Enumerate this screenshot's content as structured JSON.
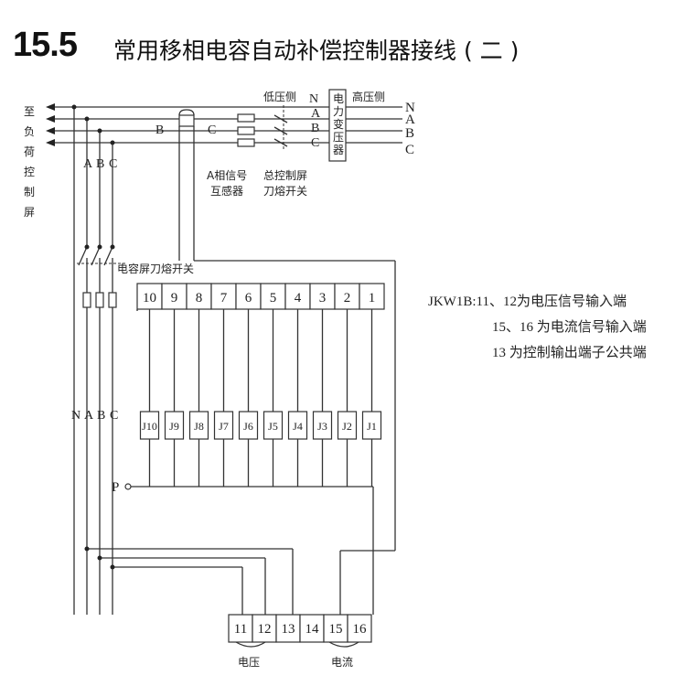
{
  "title": {
    "number": "15.5",
    "text": "常用移相电容自动补偿控制器接线 ( 二 )"
  },
  "left_label": [
    "至",
    "负",
    "荷",
    "控",
    "制",
    "屏"
  ],
  "phase_labels": {
    "top_abc": [
      "A",
      "B",
      "C"
    ],
    "top_bc": [
      "B",
      "C"
    ],
    "low_side": "低压侧",
    "high_side": "高压侧",
    "low_nabc": [
      "N",
      "A",
      "B",
      "C"
    ],
    "high_nabc": [
      "N",
      "A",
      "B",
      "C"
    ],
    "mid_nabc": [
      "N",
      "A",
      "B",
      "C"
    ]
  },
  "transformer_label": [
    "电",
    "力",
    "变",
    "压",
    "器"
  ],
  "labels": {
    "ct_line1": "A相信号",
    "ct_line2": "互感器",
    "main_switch_line1": "总控制屏",
    "main_switch_line2": "刀熔开关",
    "cap_switch": "电容屏刀熔开关",
    "p_terminal": "P",
    "voltage": "电压",
    "current": "电流"
  },
  "top_terminals": [
    "10",
    "9",
    "8",
    "7",
    "6",
    "5",
    "4",
    "3",
    "2",
    "1"
  ],
  "relay_terminals": [
    "J10",
    "J9",
    "J8",
    "J7",
    "J6",
    "J5",
    "J4",
    "J3",
    "J2",
    "J1"
  ],
  "bottom_terminals": [
    "11",
    "12",
    "13",
    "14",
    "15",
    "16"
  ],
  "legend": [
    "JKW1B:11、12为电压信号输入端",
    "15、16 为电流信号输入端",
    "13 为控制输出端子公共端"
  ]
}
